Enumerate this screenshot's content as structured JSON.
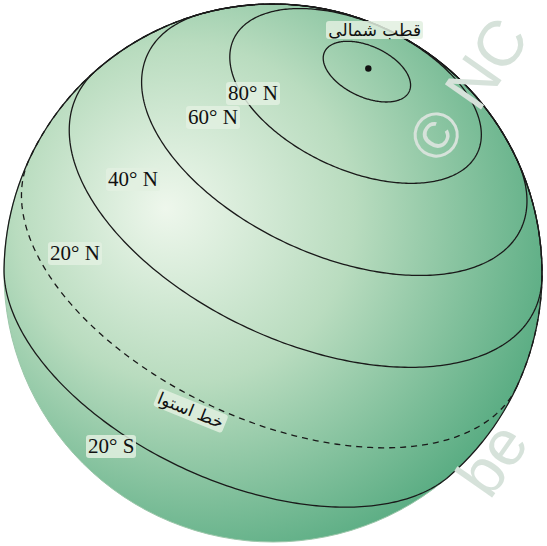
{
  "diagram": {
    "labels": [
      "قطب شمالی",
      "80° N",
      "60° N",
      "40° N",
      "20° N",
      "خط استوا",
      "20° S",
      "© NC",
      "be"
    ]
  }
}
